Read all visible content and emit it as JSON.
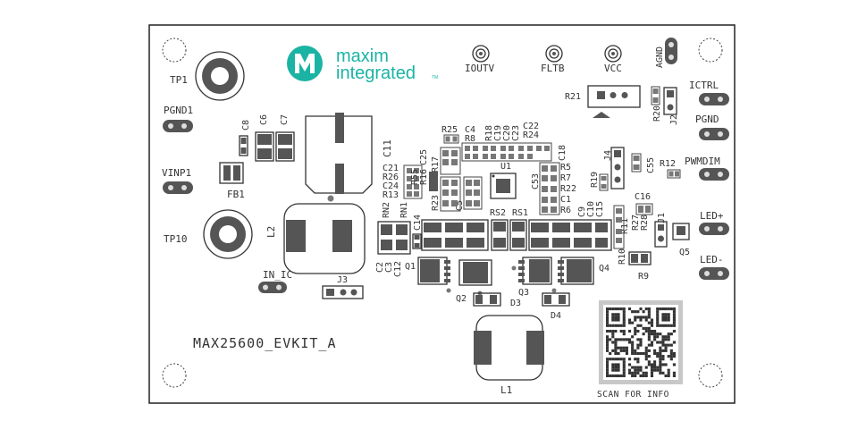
{
  "board": {
    "name": "MAX25600_EVKIT_A",
    "scan_text": "SCAN FOR INFO"
  },
  "logo": {
    "line1": "maxim",
    "line2": "integrated",
    "tm": "TM",
    "brand_color": "#1bb3a4"
  },
  "test_points": {
    "iout": "IOUTV",
    "fltb": "FLTB",
    "vcc": "VCC",
    "agnd": "AGND",
    "ictrl": "ICTRL",
    "pgnd_right": "PGND",
    "pwmdim": "PWMDIM",
    "led_plus": "LED+",
    "led_minus": "LED-",
    "tp1": "TP1",
    "pgnd1": "PGND1",
    "vinp1": "VINP1",
    "tp10": "TP10",
    "in_ic": "IN_IC",
    "j3": "J3"
  },
  "refdes": {
    "c8": "C8",
    "c6": "C6",
    "c7": "C7",
    "fb1": "FB1",
    "c11": "C11",
    "l2": "L2",
    "c21": "C21",
    "r26": "R26",
    "c24": "C24",
    "r13": "R13",
    "rn2": "RN2",
    "rn1": "RN1",
    "c14": "C14",
    "c2": "C2",
    "c3": "C3",
    "c12": "C12",
    "r55": "R55",
    "r16": "R16",
    "r17": "R17",
    "c25": "C25",
    "r23": "R23",
    "c5": "C5",
    "r25": "R25",
    "c4": "C4",
    "r8": "R8",
    "c19": "C19",
    "r18": "R18",
    "c20": "C20",
    "c23": "C23",
    "c22": "C22",
    "r24": "R24",
    "c18": "C18",
    "u1": "U1",
    "c53": "C53",
    "r5": "R5",
    "r7": "R7",
    "r22": "R22",
    "c1": "C1",
    "r6": "R6",
    "r19": "R19",
    "j4": "J4",
    "c55": "C55",
    "r12": "R12",
    "rs2": "RS2",
    "rs1": "RS1",
    "c9": "C9",
    "c10": "C10",
    "c15": "C15",
    "r11": "R11",
    "r27": "R27",
    "r28": "R28",
    "c16": "C16",
    "j1": "J1",
    "q5": "Q5",
    "r10": "R10",
    "r9": "R9",
    "r21": "R21",
    "r20": "R20",
    "j2": "J2",
    "q1": "Q1",
    "q2": "Q2",
    "d3": "D3",
    "q3": "Q3",
    "d4": "D4",
    "q4": "Q4",
    "l1": "L1"
  }
}
